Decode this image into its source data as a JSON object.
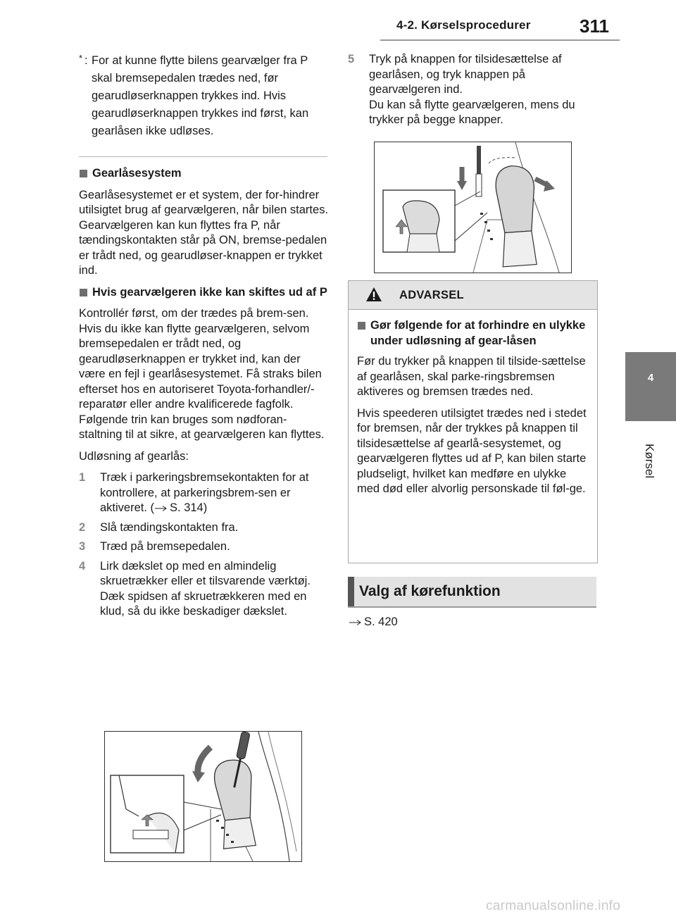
{
  "header": {
    "section_title": "4-2. Kørselsprocedurer",
    "page_number": "311"
  },
  "side_tab": {
    "chapter_number": "4",
    "chapter_label": "Kørsel"
  },
  "left_column": {
    "note": {
      "marker": "*",
      "text": "For at kunne flytte bilens gearvælger fra P skal bremsepedalen trædes ned, før gearudløserknappen trykkes ind. Hvis gearudløserknappen trykkes ind først, kan gearlåsen ikke udløses."
    },
    "section1": {
      "heading": "Gearlåsesystem",
      "paragraphs": [
        "Gearlåsesystemet er et system, der for-hindrer utilsigtet brug af gearvælgeren, når bilen startes.",
        "Gearvælgeren kan kun flyttes fra P, når tændingskontakten står på ON, bremse-pedalen er trådt ned, og gearudløser-knappen er trykket ind."
      ]
    },
    "section2": {
      "heading": "Hvis gearvælgeren ikke kan skiftes ud af P",
      "paragraphs": [
        "Kontrollér først, om der trædes på brem-sen.",
        "Hvis du ikke kan flytte gearvælgeren, selvom bremsepedalen er trådt ned, og gearudløserknappen er trykket ind, kan der være en fejl i gearlåsesystemet. Få straks bilen efterset hos en autoriseret Toyota-forhandler/-reparatør eller andre kvalificerede fagfolk.",
        "Følgende trin kan bruges som nødforan-staltning til at sikre, at gearvælgeren kan flyttes."
      ],
      "intro": "Udløsning af gearlås:"
    },
    "steps": [
      {
        "num": "1",
        "text": "Træk i parkeringsbremsekontakten for at kontrollere, at parkeringsbrem-sen er aktiveret. (",
        "ref": "S. 314",
        "tail": ")"
      },
      {
        "num": "2",
        "text": "Slå tændingskontakten fra."
      },
      {
        "num": "3",
        "text": "Træd på bremsepedalen."
      },
      {
        "num": "4",
        "text": "Lirk dækslet op med en almindelig skruetrækker eller et tilsvarende værktøj.",
        "extra": "Dæk spidsen af skruetrækkeren med en klud, så du ikke beskadiger dækslet."
      }
    ]
  },
  "right_column": {
    "step5": {
      "num": "5",
      "text": "Tryk på knappen for tilsidesættelse af gearlåsen, og tryk knappen på gearvælgeren ind.",
      "extra": "Du kan så flytte gearvælgeren, mens du trykker på begge knapper."
    },
    "warning": {
      "title": "ADVARSEL",
      "heading": "Gør følgende for at forhindre en ulykke under udløsning af gear-låsen",
      "paragraphs": [
        "Før du trykker på knappen til tilside-sættelse af gearlåsen, skal parke-ringsbremsen aktiveres og bremsen trædes ned.",
        "Hvis speederen utilsigtet trædes ned i stedet for bremsen, når der trykkes på knappen til tilsidesættelse af gearlå-sesystemet, og gearvælgeren flyttes ud af P, kan bilen starte pludseligt, hvilket kan medføre en ulykke med død eller alvorlig personskade til føl-ge."
      ]
    },
    "section_heading": "Valg af kørefunktion",
    "section_ref": "S. 420"
  },
  "watermark": "carmanualsonline.info",
  "colors": {
    "side_tab": "#7a7a7a",
    "warning_header": "#e4e4e4",
    "section_band": "#e2e2e2",
    "section_bar": "#555555"
  }
}
